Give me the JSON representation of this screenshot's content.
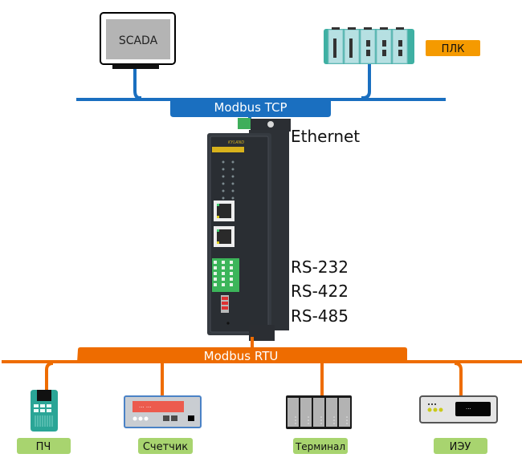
{
  "diagram": {
    "top_network": {
      "label": "Modbus TCP",
      "color": "#1a6fc0",
      "devices": [
        {
          "id": "scada",
          "label": "SCADA"
        },
        {
          "id": "plc",
          "label": "ПЛК",
          "badge_color": "#f59a00"
        }
      ]
    },
    "gateway": {
      "brand": "KYLAND",
      "upper_interface": "Ethernet",
      "lower_interfaces": [
        "RS-232",
        "RS-422",
        "RS-485"
      ]
    },
    "bottom_network": {
      "label": "Modbus RTU",
      "color": "#ee6c00",
      "devices": [
        {
          "id": "vfd",
          "label": "ПЧ"
        },
        {
          "id": "meter",
          "label": "Счетчик"
        },
        {
          "id": "terminal",
          "label": "Терминал"
        },
        {
          "id": "ied",
          "label": "ИЭУ"
        }
      ],
      "badge_color": "#a8d46f"
    }
  }
}
